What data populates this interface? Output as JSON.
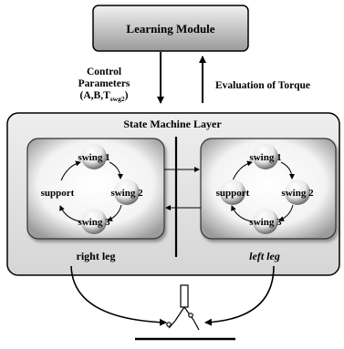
{
  "learning_module": {
    "label": "Learning Module"
  },
  "control_params": {
    "line1": "Control",
    "line2": "Parameters",
    "line3": "(A,B,T",
    "subscript": "swg2",
    "line3_end": ")"
  },
  "evaluation": {
    "label": "Evaluation of Torque"
  },
  "state_machine": {
    "title": "State Machine Layer"
  },
  "right_leg": {
    "label": "right leg",
    "states": {
      "swing1": "swing 1",
      "swing2": "swing 2",
      "swing3": "swing 3",
      "support": "support"
    }
  },
  "left_leg": {
    "label": "left leg",
    "states": {
      "swing1": "swing 1",
      "swing2": "swing 2",
      "swing3": "swing 3",
      "support": "support"
    }
  }
}
